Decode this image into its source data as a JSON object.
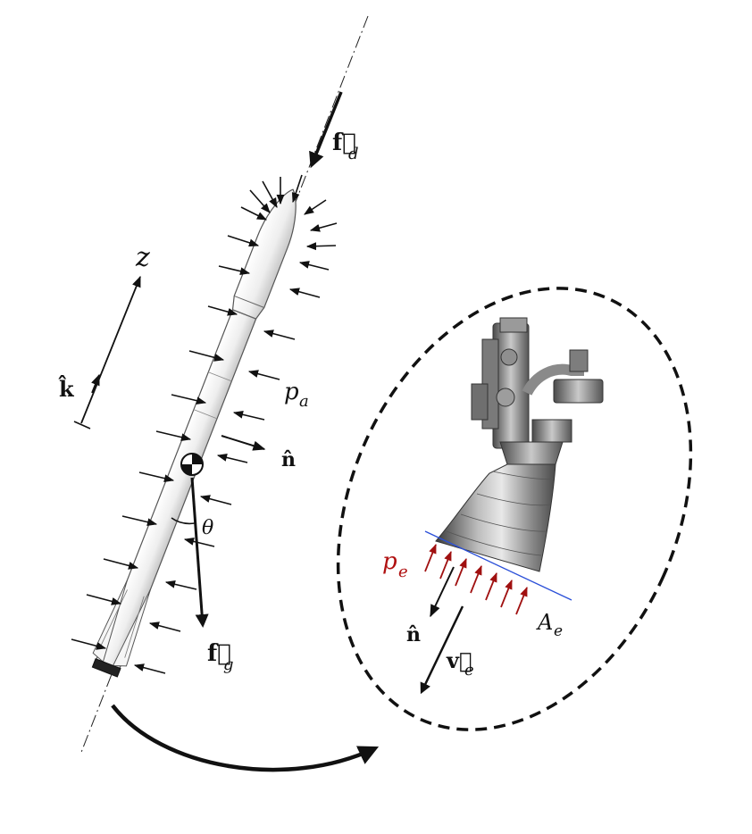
{
  "labels": {
    "z_axis": "z",
    "k_hat": "k̂",
    "drag_force": "f⃗",
    "drag_sub": "d",
    "gravity_force": "f⃗",
    "gravity_sub": "g",
    "ambient_pressure": "p",
    "ambient_sub": "a",
    "normal_rocket": "n̂",
    "angle": "θ",
    "exit_pressure": "p",
    "exit_sub": "e",
    "normal_exit": "n̂",
    "exhaust_velocity": "v⃗",
    "exhaust_sub": "e",
    "exit_area": "A",
    "exit_area_sub": "e"
  },
  "colors": {
    "ink": "#111111",
    "rocket_body": "#f2f2f2",
    "rocket_outline": "#555555",
    "nozzle_light": "#d8d8d8",
    "nozzle_dark": "#5a5a5a",
    "exit_pressure_arrows": "#a01010",
    "exit_plane_line": "#2a4fd8"
  },
  "icons": {
    "center_of_mass": "center-of-mass-icon",
    "engine": "rocket-engine-illustration"
  }
}
